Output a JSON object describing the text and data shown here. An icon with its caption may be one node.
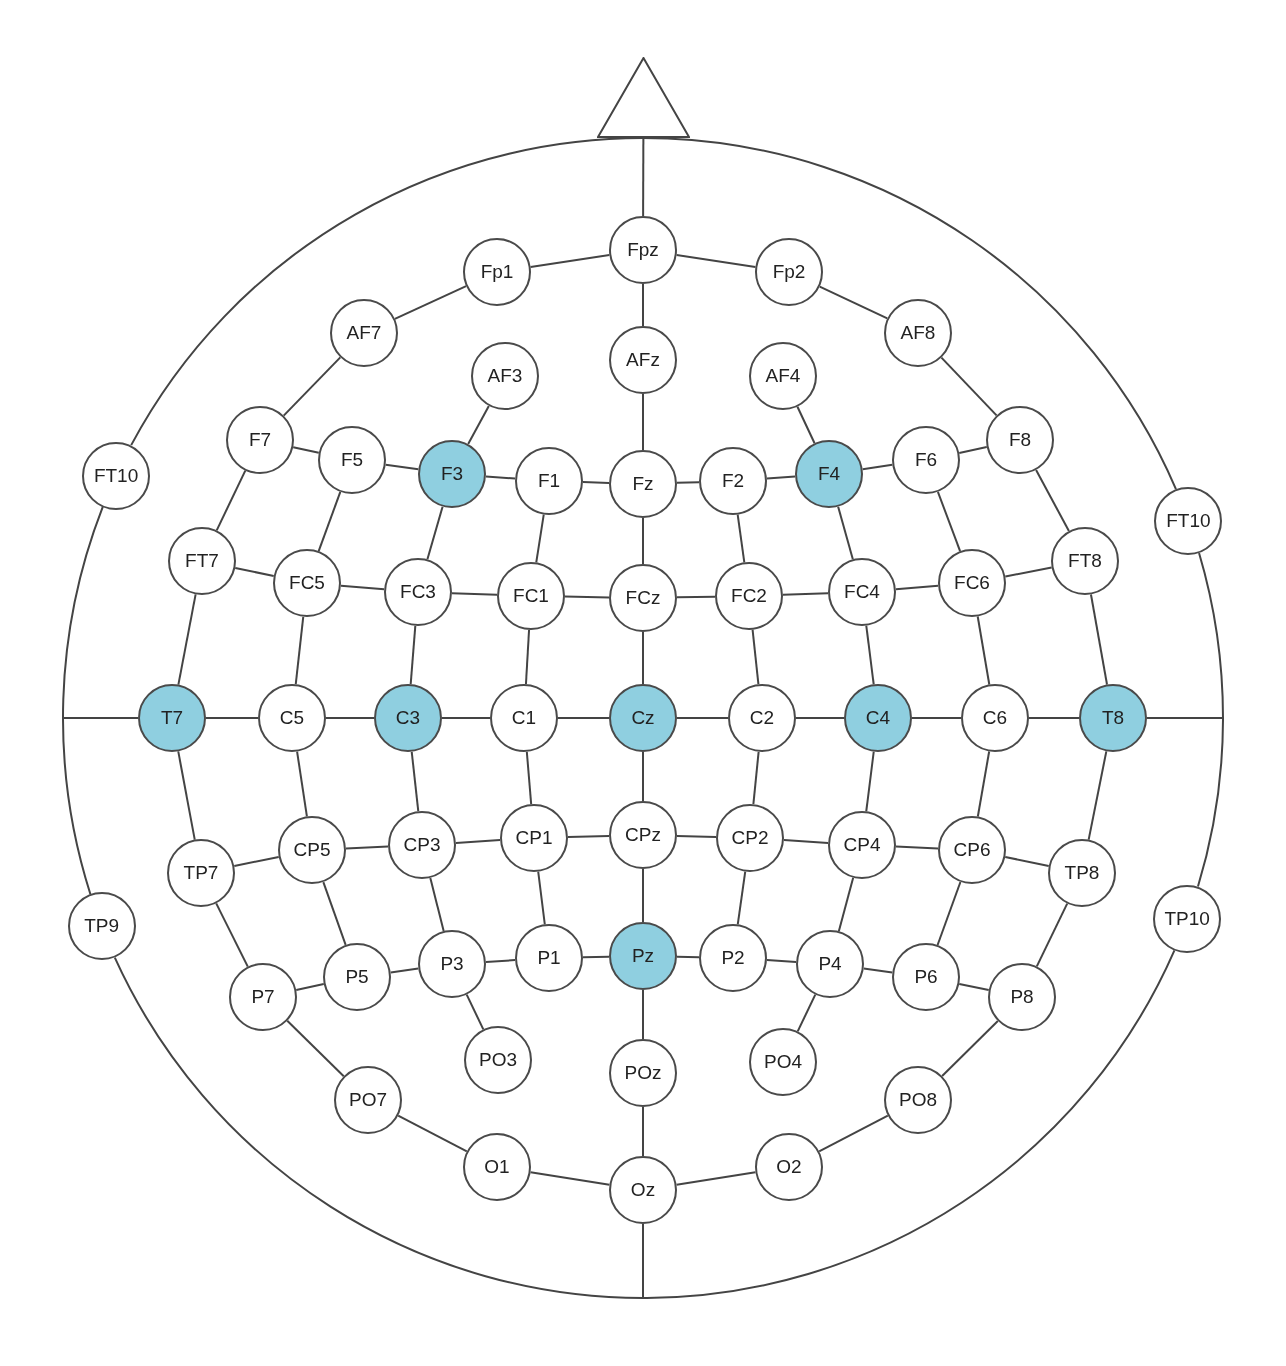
{
  "diagram": {
    "nodes": [
      {
        "text": [
          "Fp1"
        ]
      },
      {
        "text": [
          "Fpz"
        ]
      },
      {
        "text": [
          "Fp2"
        ]
      },
      {
        "text": [
          "AF7"
        ]
      },
      {
        "text": [
          "AF3"
        ]
      },
      {
        "text": [
          "AFz"
        ]
      },
      {
        "text": [
          "AF4"
        ]
      },
      {
        "text": [
          "AF8"
        ]
      },
      {
        "text": [
          "FT10"
        ]
      },
      {
        "text": [
          "F7"
        ]
      },
      {
        "text": [
          "F5"
        ]
      },
      {
        "text": [
          "F3"
        ]
      },
      {
        "text": [
          "F1"
        ]
      },
      {
        "text": [
          "Fz"
        ]
      },
      {
        "text": [
          "F2"
        ]
      },
      {
        "text": [
          "F4"
        ]
      },
      {
        "text": [
          "F6"
        ]
      },
      {
        "text": [
          "F8"
        ]
      },
      {
        "text": [
          "FT10"
        ]
      },
      {
        "text": [
          "FT7"
        ]
      },
      {
        "text": [
          "FC5"
        ]
      },
      {
        "text": [
          "FC3"
        ]
      },
      {
        "text": [
          "FC1"
        ]
      },
      {
        "text": [
          "FCz"
        ]
      },
      {
        "text": [
          "FC2"
        ]
      },
      {
        "text": [
          "FC4"
        ]
      },
      {
        "text": [
          "FC6"
        ]
      },
      {
        "text": [
          "FT8"
        ]
      },
      {
        "text": [
          "T7"
        ]
      },
      {
        "text": [
          "C5"
        ]
      },
      {
        "text": [
          "C3"
        ]
      },
      {
        "text": [
          "C1"
        ]
      },
      {
        "text": [
          "Cz"
        ]
      },
      {
        "text": [
          "C2"
        ]
      },
      {
        "text": [
          "C4"
        ]
      },
      {
        "text": [
          "C6"
        ]
      },
      {
        "text": [
          "T8"
        ]
      },
      {
        "text": [
          "TP9"
        ]
      },
      {
        "text": [
          "TP7"
        ]
      },
      {
        "text": [
          "CP5"
        ]
      },
      {
        "text": [
          "CP3"
        ]
      },
      {
        "text": [
          "CP1"
        ]
      },
      {
        "text": [
          "CPz"
        ]
      },
      {
        "text": [
          "CP2"
        ]
      },
      {
        "text": [
          "CP4"
        ]
      },
      {
        "text": [
          "CP6"
        ]
      },
      {
        "text": [
          "TP8"
        ]
      },
      {
        "text": [
          "TP10"
        ]
      },
      {
        "text": [
          "P7"
        ]
      },
      {
        "text": [
          "P5"
        ]
      },
      {
        "text": [
          "P3"
        ]
      },
      {
        "text": [
          "P1"
        ]
      },
      {
        "text": [
          "Pz"
        ]
      },
      {
        "text": [
          "P2"
        ]
      },
      {
        "text": [
          "P4"
        ]
      },
      {
        "text": [
          "P6"
        ]
      },
      {
        "text": [
          "P8"
        ]
      },
      {
        "text": [
          "PO7"
        ]
      },
      {
        "text": [
          "PO3"
        ]
      },
      {
        "text": [
          "POz"
        ]
      },
      {
        "text": [
          "PO4"
        ]
      },
      {
        "text": [
          "PO8"
        ]
      },
      {
        "text": [
          "O1"
        ]
      },
      {
        "text": [
          "Oz"
        ]
      },
      {
        "text": [
          "O2"
        ]
      },
      {
        "text": [],
        "shape": "triangle"
      }
    ],
    "edges": [
      {
        "from": 1,
        "to": 0,
        "arrow": "none"
      },
      {
        "from": 0,
        "to": 3,
        "arrow": "none"
      },
      {
        "from": 3,
        "to": 9,
        "arrow": "none"
      },
      {
        "from": 9,
        "to": 19,
        "arrow": "none"
      },
      {
        "from": 19,
        "to": 28,
        "arrow": "none"
      },
      {
        "from": 28,
        "to": 38,
        "arrow": "none"
      },
      {
        "from": 38,
        "to": 48,
        "arrow": "none"
      },
      {
        "from": 48,
        "to": 57,
        "arrow": "none"
      },
      {
        "from": 57,
        "to": 62,
        "arrow": "none"
      },
      {
        "from": 62,
        "to": 63,
        "arrow": "none"
      },
      {
        "from": 63,
        "to": 64,
        "arrow": "none"
      },
      {
        "from": 64,
        "to": 61,
        "arrow": "none"
      },
      {
        "from": 61,
        "to": 56,
        "arrow": "none"
      },
      {
        "from": 56,
        "to": 46,
        "arrow": "none"
      },
      {
        "from": 46,
        "to": 36,
        "arrow": "none"
      },
      {
        "from": 36,
        "to": 27,
        "arrow": "none"
      },
      {
        "from": 27,
        "to": 17,
        "arrow": "none"
      },
      {
        "from": 17,
        "to": 7,
        "arrow": "none"
      },
      {
        "from": 7,
        "to": 2,
        "arrow": "none"
      },
      {
        "from": 2,
        "to": 1,
        "arrow": "none"
      },
      {
        "from": 1,
        "to": 5,
        "arrow": "none"
      },
      {
        "from": 5,
        "to": 13,
        "arrow": "none"
      },
      {
        "from": 13,
        "to": 23,
        "arrow": "none"
      },
      {
        "from": 23,
        "to": 32,
        "arrow": "none"
      },
      {
        "from": 32,
        "to": 42,
        "arrow": "none"
      },
      {
        "from": 42,
        "to": 52,
        "arrow": "none"
      },
      {
        "from": 52,
        "to": 59,
        "arrow": "none"
      },
      {
        "from": 59,
        "to": 63,
        "arrow": "none"
      },
      {
        "from": 1,
        "to": 65,
        "arrow": "none"
      },
      {
        "from": 63,
        "to": null,
        "arrow": "none"
      },
      {
        "from": 28,
        "to": 29,
        "arrow": "none"
      },
      {
        "from": 29,
        "to": 30,
        "arrow": "none"
      },
      {
        "from": 30,
        "to": 31,
        "arrow": "none"
      },
      {
        "from": 31,
        "to": 32,
        "arrow": "none"
      },
      {
        "from": 32,
        "to": 33,
        "arrow": "none"
      },
      {
        "from": 33,
        "to": 34,
        "arrow": "none"
      },
      {
        "from": 34,
        "to": 35,
        "arrow": "none"
      },
      {
        "from": 35,
        "to": 36,
        "arrow": "none"
      },
      {
        "from": 28,
        "to": null,
        "arrow": "none"
      },
      {
        "from": 36,
        "to": null,
        "arrow": "none"
      },
      {
        "from": 9,
        "to": 10,
        "arrow": "none"
      },
      {
        "from": 10,
        "to": 11,
        "arrow": "none"
      },
      {
        "from": 11,
        "to": 12,
        "arrow": "none"
      },
      {
        "from": 12,
        "to": 13,
        "arrow": "none"
      },
      {
        "from": 13,
        "to": 14,
        "arrow": "none"
      },
      {
        "from": 14,
        "to": 15,
        "arrow": "none"
      },
      {
        "from": 15,
        "to": 16,
        "arrow": "none"
      },
      {
        "from": 16,
        "to": 17,
        "arrow": "none"
      },
      {
        "from": 19,
        "to": 20,
        "arrow": "none"
      },
      {
        "from": 20,
        "to": 21,
        "arrow": "none"
      },
      {
        "from": 21,
        "to": 22,
        "arrow": "none"
      },
      {
        "from": 22,
        "to": 23,
        "arrow": "none"
      },
      {
        "from": 23,
        "to": 24,
        "arrow": "none"
      },
      {
        "from": 24,
        "to": 25,
        "arrow": "none"
      },
      {
        "from": 25,
        "to": 26,
        "arrow": "none"
      },
      {
        "from": 26,
        "to": 27,
        "arrow": "none"
      },
      {
        "from": 38,
        "to": 39,
        "arrow": "none"
      },
      {
        "from": 39,
        "to": 40,
        "arrow": "none"
      },
      {
        "from": 40,
        "to": 41,
        "arrow": "none"
      },
      {
        "from": 41,
        "to": 42,
        "arrow": "none"
      },
      {
        "from": 42,
        "to": 43,
        "arrow": "none"
      },
      {
        "from": 43,
        "to": 44,
        "arrow": "none"
      },
      {
        "from": 44,
        "to": 45,
        "arrow": "none"
      },
      {
        "from": 45,
        "to": 46,
        "arrow": "none"
      },
      {
        "from": 48,
        "to": 49,
        "arrow": "none"
      },
      {
        "from": 49,
        "to": 50,
        "arrow": "none"
      },
      {
        "from": 50,
        "to": 51,
        "arrow": "none"
      },
      {
        "from": 51,
        "to": 52,
        "arrow": "none"
      },
      {
        "from": 52,
        "to": 53,
        "arrow": "none"
      },
      {
        "from": 53,
        "to": 54,
        "arrow": "none"
      },
      {
        "from": 54,
        "to": 55,
        "arrow": "none"
      },
      {
        "from": 55,
        "to": 56,
        "arrow": "none"
      },
      {
        "from": 4,
        "to": 11,
        "arrow": "none"
      },
      {
        "from": 11,
        "to": 21,
        "arrow": "none"
      },
      {
        "from": 21,
        "to": 30,
        "arrow": "none"
      },
      {
        "from": 30,
        "to": 40,
        "arrow": "none"
      },
      {
        "from": 40,
        "to": 50,
        "arrow": "none"
      },
      {
        "from": 50,
        "to": 58,
        "arrow": "none"
      },
      {
        "from": 6,
        "to": 15,
        "arrow": "none"
      },
      {
        "from": 15,
        "to": 25,
        "arrow": "none"
      },
      {
        "from": 25,
        "to": 34,
        "arrow": "none"
      },
      {
        "from": 34,
        "to": 44,
        "arrow": "none"
      },
      {
        "from": 44,
        "to": 54,
        "arrow": "none"
      },
      {
        "from": 54,
        "to": 60,
        "arrow": "none"
      },
      {
        "from": 10,
        "to": 20,
        "arrow": "none"
      },
      {
        "from": 20,
        "to": 29,
        "arrow": "none"
      },
      {
        "from": 29,
        "to": 39,
        "arrow": "none"
      },
      {
        "from": 39,
        "to": 49,
        "arrow": "none"
      },
      {
        "from": 16,
        "to": 26,
        "arrow": "none"
      },
      {
        "from": 26,
        "to": 35,
        "arrow": "none"
      },
      {
        "from": 35,
        "to": 45,
        "arrow": "none"
      },
      {
        "from": 45,
        "to": 55,
        "arrow": "none"
      },
      {
        "from": 12,
        "to": 22,
        "arrow": "none"
      },
      {
        "from": 22,
        "to": 31,
        "arrow": "none"
      },
      {
        "from": 31,
        "to": 41,
        "arrow": "none"
      },
      {
        "from": 41,
        "to": 51,
        "arrow": "none"
      },
      {
        "from": 14,
        "to": 24,
        "arrow": "none"
      },
      {
        "from": 24,
        "to": 33,
        "arrow": "none"
      },
      {
        "from": 33,
        "to": 43,
        "arrow": "none"
      },
      {
        "from": 43,
        "to": 53,
        "arrow": "none"
      },
      {
        "from": 8,
        "to": 18,
        "arrow": "none"
      },
      {
        "from": 18,
        "to": 47,
        "arrow": "none"
      },
      {
        "from": 47,
        "to": 37,
        "arrow": "none"
      },
      {
        "from": 37,
        "to": 8,
        "arrow": "none"
      }
    ]
  }
}
